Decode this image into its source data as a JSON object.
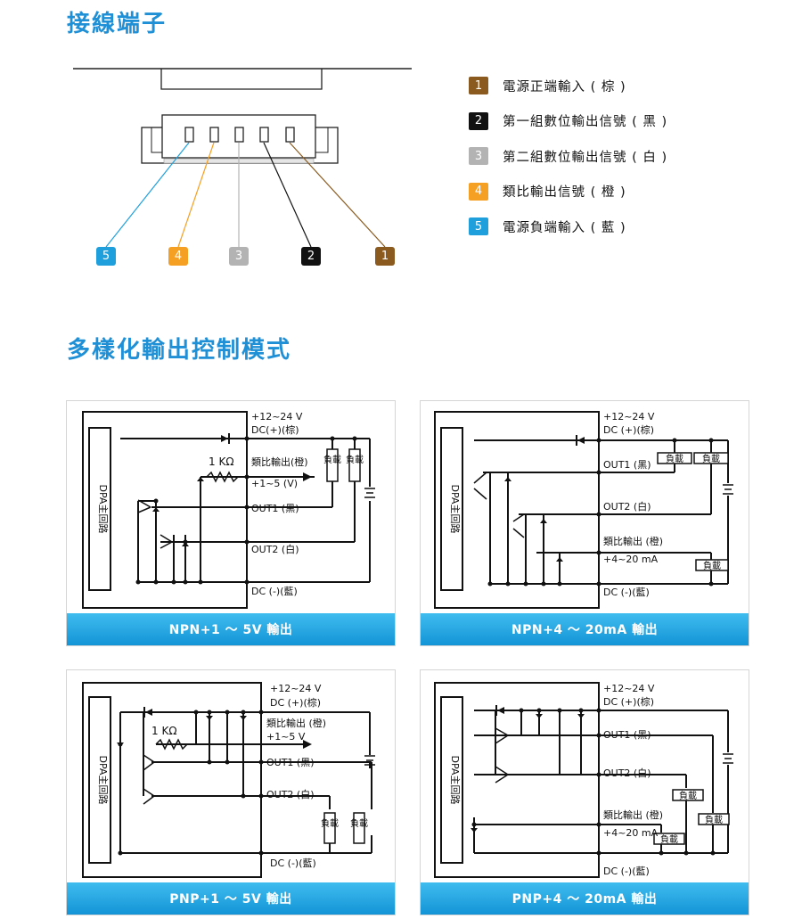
{
  "sections": {
    "wiring_title": "接線端子",
    "modes_title": "多樣化輸出控制模式"
  },
  "colors": {
    "brown": "#8a5a1e",
    "black": "#111111",
    "white_gray": "#b3b3b3",
    "orange": "#f5a023",
    "blue": "#1fa0dd"
  },
  "legend": [
    {
      "num": "1",
      "label": "電源正端輸入 ( 棕 )",
      "color": "#8a5a1e"
    },
    {
      "num": "2",
      "label": "第一組數位輸出信號 ( 黑 )",
      "color": "#111111"
    },
    {
      "num": "3",
      "label": "第二組數位輸出信號 ( 白 )",
      "color": "#b3b3b3"
    },
    {
      "num": "4",
      "label": "類比輸出信號 ( 橙 )",
      "color": "#f5a023"
    },
    {
      "num": "5",
      "label": "電源負端輸入 ( 藍 )",
      "color": "#1fa0dd"
    }
  ],
  "connector_badges": [
    {
      "num": "5",
      "color": "#1fa0dd"
    },
    {
      "num": "4",
      "color": "#f5a023"
    },
    {
      "num": "3",
      "color": "#b3b3b3"
    },
    {
      "num": "2",
      "color": "#111111"
    },
    {
      "num": "1",
      "color": "#8a5a1e"
    }
  ],
  "circuits": {
    "npn_v": {
      "caption": "NPN+1 ～ 5V 輸出",
      "main_circuit": "DPA主回路",
      "supply": "+12~24 V",
      "dc_pos": "DC(+)(棕)",
      "resistor": "1 KΩ",
      "analog": "類比輸出(橙)",
      "range": "+1~5 (V)",
      "out1": "OUT1 (黑)",
      "out2": "OUT2 (白)",
      "dc_neg": "DC (-)(藍)",
      "load": "負載"
    },
    "npn_ma": {
      "caption": "NPN+4 ～ 20mA 輸出",
      "main_circuit": "DPA主回路",
      "supply": "+12~24 V",
      "dc_pos": "DC (+)(棕)",
      "out1": "OUT1 (黑)",
      "out2": "OUT2 (白)",
      "analog": "類比輸出 (橙)",
      "range": "+4~20 mA",
      "dc_neg": "DC (-)(藍)",
      "load": "負載"
    },
    "pnp_v": {
      "caption": "PNP+1 ～ 5V 輸出",
      "main_circuit": "DPA主回路",
      "supply": "+12~24 V",
      "dc_pos": "DC (+)(棕)",
      "resistor": "1 KΩ",
      "analog": "類比輸出 (橙)",
      "range": "+1~5 V",
      "out1": "OUT1 (黑)",
      "out2": "OUT2 (白)",
      "dc_neg": "DC (-)(藍)",
      "load": "負載"
    },
    "pnp_ma": {
      "caption": "PNP+4 ～ 20mA 輸出",
      "main_circuit": "DPA主回路",
      "supply": "+12~24 V",
      "dc_pos": "DC (+)(棕)",
      "out1": "OUT1 (黑)",
      "out2": "OUT2 (白)",
      "analog": "類比輸出 (橙)",
      "range": "+4~20 mA",
      "dc_neg": "DC (-)(藍)",
      "load": "負載"
    }
  }
}
